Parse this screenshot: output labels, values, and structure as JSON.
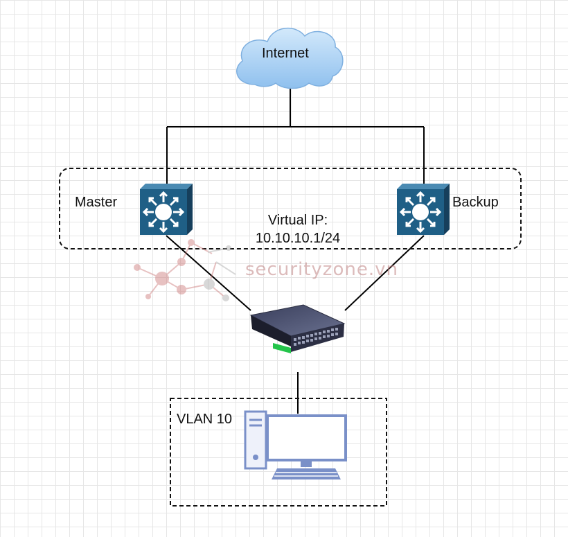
{
  "nodes": {
    "internet": {
      "label": "Internet",
      "icon": "cloud-icon"
    },
    "master": {
      "label": "Master",
      "icon": "layer3-switch-icon"
    },
    "backup": {
      "label": "Backup",
      "icon": "layer3-switch-icon"
    },
    "access_switch": {
      "icon": "network-switch-icon"
    },
    "pc": {
      "icon": "desktop-computer-icon"
    }
  },
  "groups": {
    "router_group": {
      "label_line1": "Virtual IP:",
      "label_line2": "10.10.10.1/24"
    },
    "vlan_group": {
      "label": "VLAN 10"
    }
  },
  "watermark": {
    "text": "securityzone.vn"
  },
  "colors": {
    "router_fill": "#1f5f86",
    "cloud_fill": "#a8cff2",
    "pc_outline": "#7a90c8",
    "line": "#000000",
    "watermark": "#c08585"
  }
}
